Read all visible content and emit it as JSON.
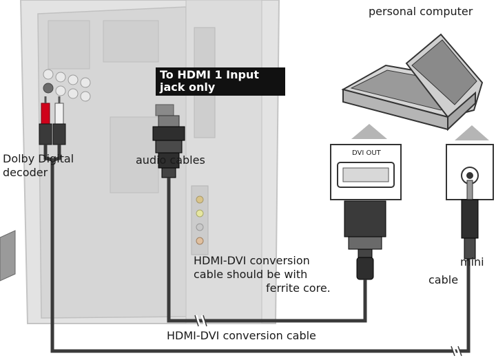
{
  "labels": {
    "personal_computer": "personal computer",
    "callout_line1": "To HDMI 1 Input",
    "callout_line2": "jack only",
    "dolby_line1": "Dolby Digital",
    "dolby_line2": "decoder",
    "audio_cables": "audio cables",
    "dvi_out": "DVI OUT",
    "note_line1": "HDMI-DVI conversion",
    "note_line2": "cable should be with",
    "note_line3": "ferrite core.",
    "mini": "mini",
    "cable": "cable",
    "bottom_caption": "HDMI-DVI conversion cable"
  },
  "colors": {
    "tv_panel": "#d9d9d9",
    "tv_detail": "#bfbfbf",
    "cable": "#3a3a3a",
    "rca_red": "#d0021b",
    "arrow_gray": "#b5b5b5"
  }
}
